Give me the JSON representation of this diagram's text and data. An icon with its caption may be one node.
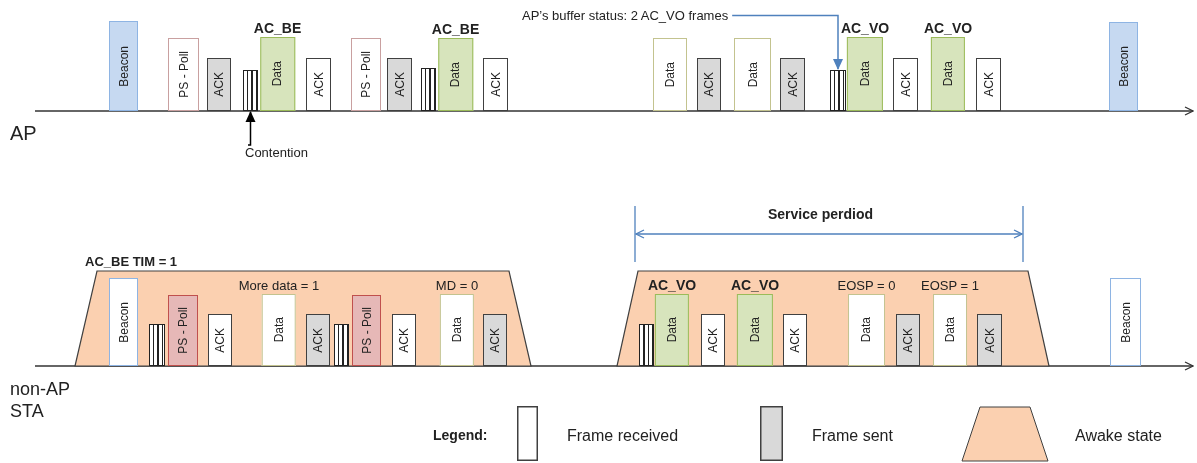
{
  "diagram": {
    "nodes": [
      {
        "text": [
          "Beacon"
        ]
      },
      {
        "text": [
          "PS - Poll"
        ]
      },
      {
        "text": [
          "ACK"
        ]
      },
      {
        "text": [],
        "shape": "box"
      },
      {
        "text": [
          "AC_BE",
          "Data"
        ]
      },
      {
        "text": [
          "ACK"
        ]
      },
      {
        "text": [
          "PS - Poll"
        ]
      },
      {
        "text": [
          "ACK"
        ]
      },
      {
        "text": [],
        "shape": "box"
      },
      {
        "text": [
          "AC_BE",
          "Data"
        ]
      },
      {
        "text": [
          "ACK"
        ]
      },
      {
        "text": [
          "Data"
        ]
      },
      {
        "text": [
          "ACK"
        ]
      },
      {
        "text": [
          "Data"
        ]
      },
      {
        "text": [
          "ACK"
        ]
      },
      {
        "text": [],
        "shape": "box"
      },
      {
        "text": [
          "AC_VO",
          "Data"
        ]
      },
      {
        "text": [
          "ACK"
        ]
      },
      {
        "text": [
          "AC_VO",
          "Data"
        ]
      },
      {
        "text": [
          "ACK"
        ]
      },
      {
        "text": [
          "Beacon"
        ]
      },
      {
        "text": [
          "AP’s buffer status: 2 AC_VO frames"
        ]
      },
      {
        "text": [
          "Contention"
        ]
      },
      {
        "text": [
          "AC_BE TIM = 1"
        ]
      },
      {
        "text": [
          "Beacon"
        ],
        "in": 23
      },
      {
        "text": [],
        "shape": "box",
        "in": 23
      },
      {
        "text": [
          "PS - Poll"
        ],
        "in": 23
      },
      {
        "text": [
          "ACK"
        ],
        "in": 23
      },
      {
        "text": [
          "More data = 1",
          "Data"
        ],
        "in": 23
      },
      {
        "text": [
          "ACK"
        ],
        "in": 23
      },
      {
        "text": [],
        "shape": "box",
        "in": 23
      },
      {
        "text": [
          "PS - Poll"
        ],
        "in": 23
      },
      {
        "text": [
          "ACK"
        ],
        "in": 23
      },
      {
        "text": [
          "MD = 0",
          "Data"
        ],
        "in": 23
      },
      {
        "text": [
          "ACK"
        ],
        "in": 23
      },
      {
        "text": [],
        "shape": "trapezoid"
      },
      {
        "text": [],
        "shape": "box",
        "in": 35
      },
      {
        "text": [
          "AC_VO",
          "Data"
        ],
        "in": 35
      },
      {
        "text": [
          "ACK"
        ],
        "in": 35
      },
      {
        "text": [
          "AC_VO",
          "Data"
        ],
        "in": 35
      },
      {
        "text": [
          "ACK"
        ],
        "in": 35
      },
      {
        "text": [
          "EOSP = 0",
          "Data"
        ],
        "in": 35
      },
      {
        "text": [
          "ACK"
        ],
        "in": 35
      },
      {
        "text": [
          "EOSP = 1",
          "Data"
        ],
        "in": 35
      },
      {
        "text": [
          "ACK"
        ],
        "in": 35
      },
      {
        "text": [
          "Beacon"
        ]
      }
    ],
    "edges": [
      {
        "from": 21,
        "to": 15,
        "arrow": "to",
        "color": "#4f81bd"
      },
      {
        "from": 22,
        "to": 3,
        "arrow": "to",
        "color": "#000000"
      }
    ],
    "labels": [
      "AP",
      "Service perdiod",
      "non-AP STA",
      "Legend:"
    ],
    "legend": [
      {
        "text": "Frame received"
      },
      {
        "text": "Frame sent",
        "color": "#d9d9d9"
      },
      {
        "text": "Awake state",
        "color": "#fbd0b0"
      }
    ]
  }
}
